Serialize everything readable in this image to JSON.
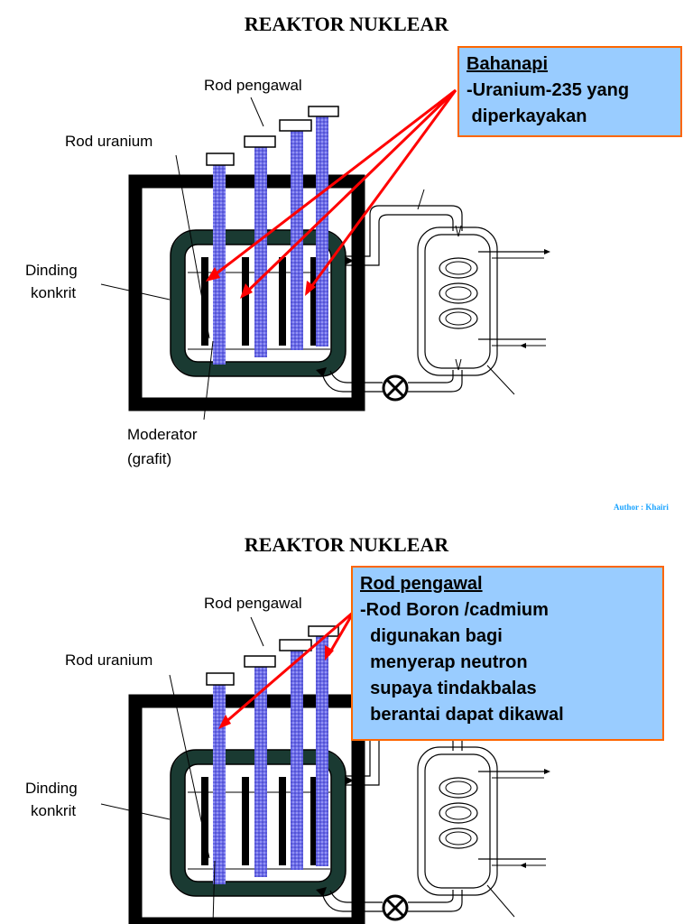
{
  "slides": [
    {
      "title": "REAKTOR NUKLEAR",
      "labels": {
        "rod_pengawal": "Rod pengawal",
        "rod_uranium": "Rod uranium",
        "dinding_1": "Dinding",
        "dinding_2": "konkrit",
        "moderator_1": "Moderator",
        "moderator_2": "(grafit)"
      },
      "callout": {
        "heading": "Bahanapi",
        "body": "-Uranium-235 yang\n diperkayakan"
      },
      "author": "Author : Khairi"
    },
    {
      "title": "REAKTOR NUKLEAR",
      "labels": {
        "rod_pengawal": "Rod pengawal",
        "rod_uranium": "Rod uranium",
        "dinding_1": "Dinding",
        "dinding_2": "konkrit"
      },
      "callout": {
        "heading": "Rod pengawal",
        "body": "-Rod Boron /cadmium\n  digunakan bagi\n  menyerap neutron\n  supaya tindakbalas\n  berantai dapat dikawal"
      }
    }
  ],
  "colors": {
    "callout_fill": "#99ccff",
    "callout_border": "#ff6600",
    "arrow": "#ff0000",
    "rod": "#6a6ae8",
    "moderator_ring": "#1a3a32",
    "author_text": "#1aa3ff"
  }
}
